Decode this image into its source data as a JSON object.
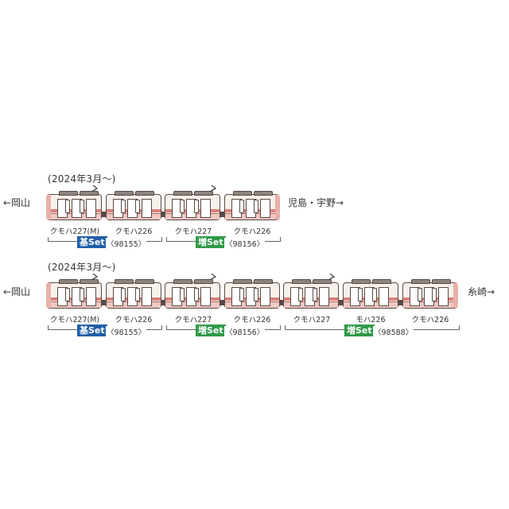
{
  "date_label": "(2024年3月〜)",
  "row1": {
    "left_dest": "←岡山",
    "right_dest": "児島・宇野→",
    "cars": [
      "クモハ227(M)",
      "クモハ226",
      "クモハ227",
      "クモハ226"
    ],
    "sets": [
      {
        "badge": "基Set",
        "code": "〈98155〉",
        "kind": "base"
      },
      {
        "badge": "増Set",
        "code": "〈98156〉",
        "kind": "add"
      }
    ]
  },
  "row2": {
    "left_dest": "←岡山",
    "right_dest": "糸崎→",
    "cars": [
      "クモハ227(M)",
      "クモハ226",
      "クモハ227",
      "クモハ226",
      "クモハ227",
      "モハ226",
      "クモハ226"
    ],
    "sets": [
      {
        "badge": "基Set",
        "code": "〈98155〉",
        "kind": "base"
      },
      {
        "badge": "増Set",
        "code": "〈98156〉",
        "kind": "add"
      },
      {
        "badge": "増Set",
        "code": "〈98588〉",
        "kind": "add"
      }
    ]
  },
  "colors": {
    "base_badge": "#1f5fa8",
    "add_badge": "#2f9a48",
    "car_band": "#d9807a"
  }
}
